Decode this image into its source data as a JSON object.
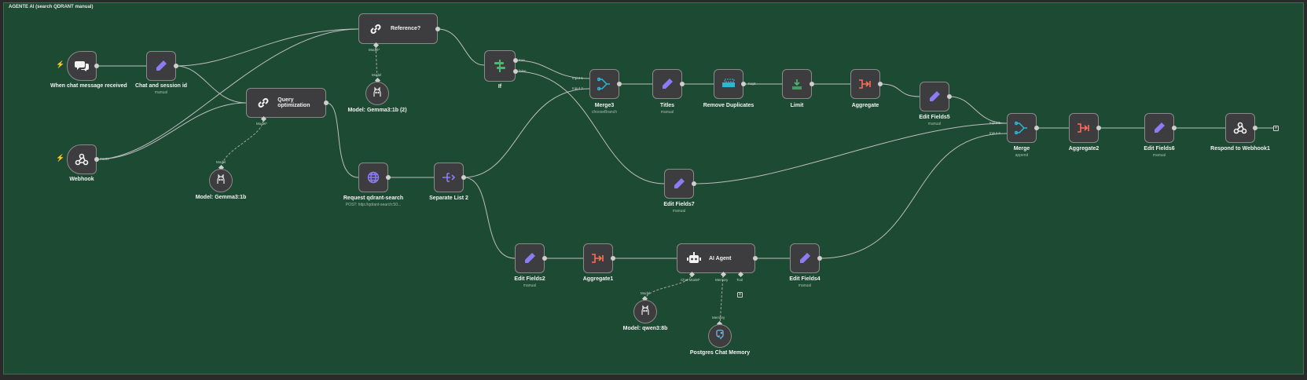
{
  "workflow": {
    "title": "AGENTE AI (search QDRANT manual)"
  },
  "colors": {
    "canvas": "#1d4a33",
    "node_bg": "#3d3d3f",
    "edit_icon": "#8b7cf6",
    "aggregate_icon": "#ff6d5a",
    "merge_icon": "#29b7d4",
    "if_icon": "#3fbf73",
    "trigger_icon": "#ff6d3a"
  },
  "nodes": {
    "chat_trigger": {
      "label": "When chat message received",
      "icon": "chat-bubbles-icon"
    },
    "chat_session": {
      "label": "Chat and session id",
      "sublabel": "manual",
      "icon": "pencil-icon"
    },
    "webhook": {
      "label": "Webhook",
      "port": "POST",
      "icon": "webhook-icon"
    },
    "query_opt": {
      "label": "Query optimization",
      "icon": "chain-icon",
      "port": "Model*"
    },
    "model_gemma": {
      "label": "Model: Gemma3:1b",
      "port": "Model",
      "icon": "ollama-icon"
    },
    "reference": {
      "label": "Reference?",
      "icon": "chain-icon",
      "port": "Model*"
    },
    "model_gemma2": {
      "label": "Model: Gemma3:1b (2)",
      "port": "Model",
      "icon": "ollama-icon"
    },
    "if": {
      "label": "If",
      "true": "true",
      "false": "false",
      "icon": "if-icon"
    },
    "merge3": {
      "label": "Merge3",
      "sublabel": "chooseBranch",
      "in1": "Input 1",
      "in2": "Input 2",
      "icon": "merge-icon"
    },
    "titles": {
      "label": "Titles",
      "sublabel": "manual",
      "icon": "pencil-icon"
    },
    "remove_dup": {
      "label": "Remove Duplicates",
      "port": "Kept",
      "icon": "remove-duplicates-icon"
    },
    "limit": {
      "label": "Limit",
      "icon": "limit-icon"
    },
    "aggregate": {
      "label": "Aggregate",
      "icon": "aggregate-icon"
    },
    "edit5": {
      "label": "Edit Fields5",
      "sublabel": "manual",
      "icon": "pencil-icon"
    },
    "merge": {
      "label": "Merge",
      "sublabel": "append",
      "in1": "Input 1",
      "in2": "Input 2",
      "icon": "merge-icon"
    },
    "aggregate2": {
      "label": "Aggregate2",
      "icon": "aggregate-icon"
    },
    "edit6": {
      "label": "Edit Fields6",
      "sublabel": "manual",
      "icon": "pencil-icon"
    },
    "respond": {
      "label": "Respond to Webhook1",
      "icon": "webhook-icon"
    },
    "request": {
      "label": "Request qdrant-search",
      "sublabel": "POST: http://qdrant-search:50...",
      "icon": "globe-icon"
    },
    "separate": {
      "label": "Separate List 2",
      "icon": "split-icon"
    },
    "edit7": {
      "label": "Edit Fields7",
      "sublabel": "manual",
      "icon": "pencil-icon"
    },
    "edit2": {
      "label": "Edit Fields2",
      "sublabel": "manual",
      "icon": "pencil-icon"
    },
    "aggregate1": {
      "label": "Aggregate1",
      "icon": "aggregate-icon"
    },
    "ai_agent": {
      "label": "AI Agent",
      "icon": "robot-icon",
      "port_chat": "Chat Model*",
      "port_memory": "Memory",
      "port_tool": "Tool"
    },
    "edit4": {
      "label": "Edit Fields4",
      "sublabel": "manual",
      "icon": "pencil-icon"
    },
    "model_qwen": {
      "label": "Model: qwen3:8b",
      "port": "Model",
      "icon": "ollama-icon"
    },
    "postgres": {
      "label": "Postgres Chat Memory",
      "port": "Memory",
      "icon": "elephant-icon"
    }
  }
}
